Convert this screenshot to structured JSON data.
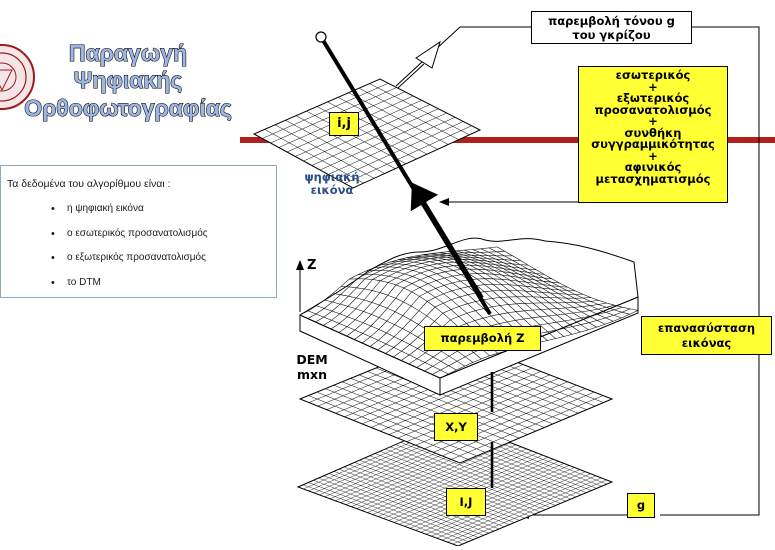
{
  "title": {
    "line1": "Παραγωγή",
    "line2": "Ψηφιακής",
    "line3": "Ορθοφωτογραφίας"
  },
  "info": {
    "heading": "Τα δεδομένα του αλγορίθμου είναι :",
    "items": [
      "η ψηφιακή εικόνα",
      "ο εσωτερικός προσανατολισμός",
      "ο εξωτερικός προσανατολισμός",
      "το DTM"
    ]
  },
  "labels": {
    "ij": "i,j",
    "digital_image_line1": "ψηφιακή",
    "digital_image_line2": "εικόνα",
    "z_axis": "Z",
    "dem_line1": "DEM",
    "dem_line2": "mxn",
    "z_interp": "παρεμβολή Z",
    "xy": "X,Y",
    "IJ": "I,J",
    "g": "g"
  },
  "boxes": {
    "gray_interp_line1": "παρεμβολή τόνου g",
    "gray_interp_line2": "του γκρίζου",
    "orientation": [
      "εσωτερικός",
      "+",
      "εξωτερικός",
      "προσανατολισμός",
      "+",
      "συνθήκη",
      "συγγραμμικότητας",
      "+",
      "αφινικός",
      "μετασχηματισμός"
    ],
    "resample_line1": "επανασύσταση",
    "resample_line2": "εικόνας"
  },
  "colors": {
    "title_fill": "#9db6e4",
    "accent_bar": "#b0201c",
    "yellow_box": "#ffff33",
    "digital_image_text": "#2a4f86"
  }
}
